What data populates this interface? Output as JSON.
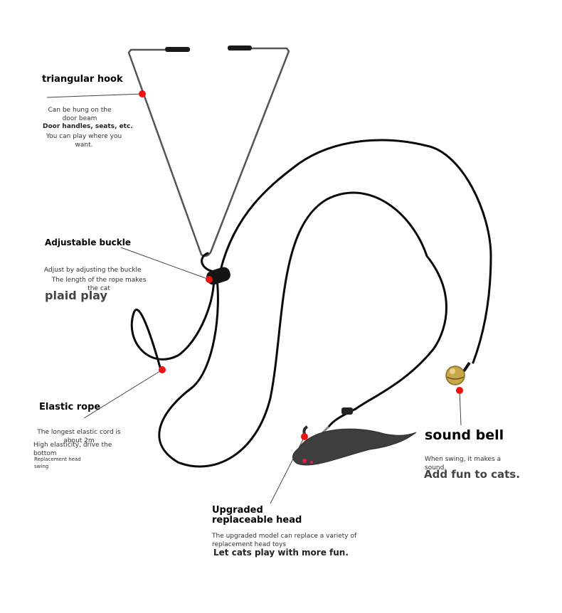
{
  "hook": {
    "title": "triangular hook",
    "line1": "Can be hung on the door beam",
    "line2": "Door handles, seats, etc.",
    "line3": "You can play where you want."
  },
  "buckle": {
    "title": "Adjustable buckle",
    "line1": "Adjust by adjusting the buckle",
    "line2": "The length of the rope makes the cat",
    "line3": "plaid play"
  },
  "rope": {
    "title": "Elastic rope",
    "line1": "The longest elastic cord is about 2m",
    "line2": "High elasticity, drive the bottom",
    "line3": "Replacement head swing"
  },
  "bell": {
    "title": "sound bell",
    "line1": "When swing, it makes a sound.",
    "line2": "Add fun to cats."
  },
  "head": {
    "title": "Upgraded replaceable head",
    "line1": "The upgraded model can replace a variety of replacement head toys",
    "line2": "Let cats play with more fun."
  },
  "colors": {
    "marker": "#ee1111",
    "rope": "#0a0a0a",
    "wire": "#4a4a4a",
    "bell": "#c9a84a",
    "mouse_fur": "#3e3e3e"
  }
}
